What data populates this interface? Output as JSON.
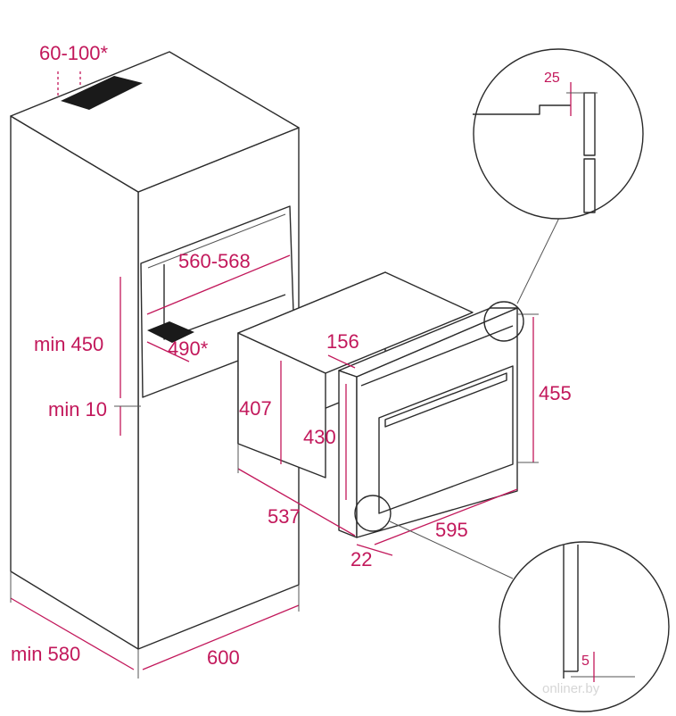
{
  "labels": {
    "top_vent": "60-100*",
    "niche_width": "560-568",
    "bottom_vent": "490*",
    "niche_height": "min 450",
    "gap_bottom": "min 10",
    "cabinet_depth": "min 580",
    "cabinet_width": "600",
    "body_height": "407",
    "front_height": "430",
    "depth_offset": "156",
    "total_height": "455",
    "body_depth": "537",
    "front_width": "595",
    "front_thickness": "22",
    "detail_top": "25",
    "detail_bottom": "5"
  },
  "watermark": "onliner.by",
  "colors": {
    "dimension": "#c2185b",
    "outline": "#2b2b2b",
    "vent": "#1a1a1a"
  }
}
